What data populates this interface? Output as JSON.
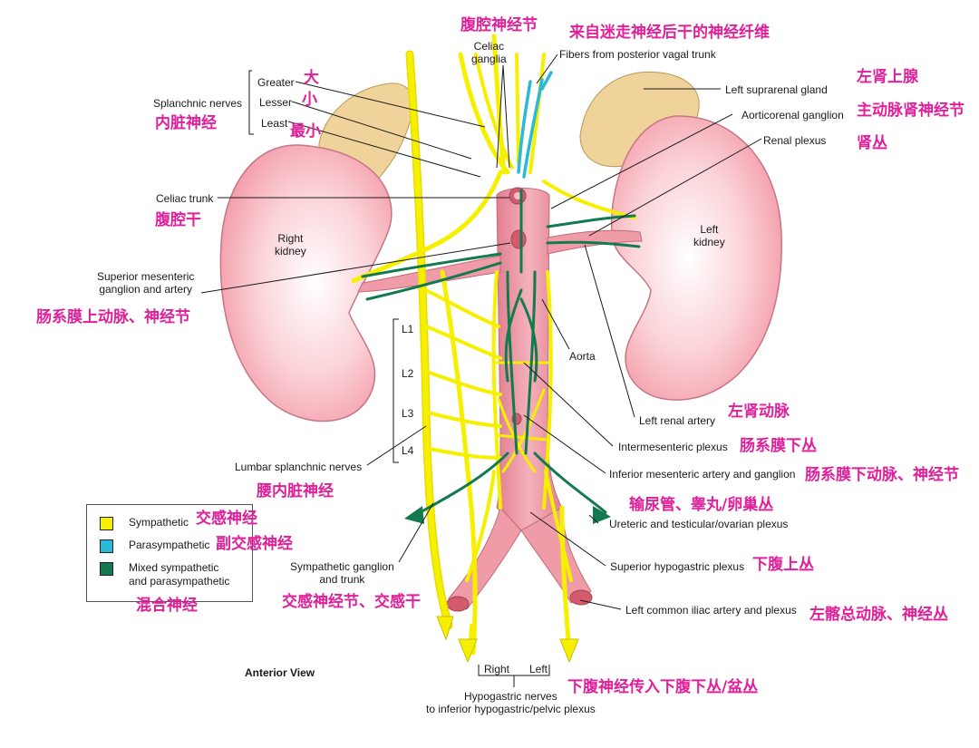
{
  "colors": {
    "sympathetic": "#f6f000",
    "parasympathetic": "#2ab9d8",
    "mixed": "#137a50",
    "kidney": "#f9c6cc",
    "artery": "#ef9ba8",
    "gland": "#f0d59a",
    "annotation": "#e0209a"
  },
  "labels": {
    "celiac_ganglia": "Celiac\nganglia",
    "vagal_fibers": "Fibers from posterior vagal trunk",
    "splanchnic": "Splanchnic nerves",
    "greater": "Greater",
    "lesser": "Lesser",
    "least": "Least",
    "left_suprarenal": "Left suprarenal gland",
    "aorticorenal": "Aorticorenal ganglion",
    "renal_plexus": "Renal plexus",
    "celiac_trunk": "Celiac trunk",
    "right_kidney": "Right\nkidney",
    "left_kidney": "Left\nkidney",
    "sup_mesenteric": "Superior mesenteric\nganglion and artery",
    "l1": "L1",
    "l2": "L2",
    "l3": "L3",
    "l4": "L4",
    "aorta": "Aorta",
    "left_renal_artery": "Left renal artery",
    "intermesenteric": "Intermesenteric plexus",
    "inf_mesenteric": "Inferior mesenteric artery and ganglion",
    "lumbar_splanchnic": "Lumbar splanchnic nerves",
    "ureteric": "Ureteric and testicular/ovarian plexus",
    "sup_hypogastric": "Superior hypogastric plexus",
    "symp_ganglion": "Sympathetic ganglion\nand trunk",
    "left_common_iliac": "Left common iliac artery and plexus",
    "anterior_view": "Anterior View",
    "right": "Right",
    "left": "Left",
    "hypogastric": "Hypogastric nerves\nto inferior hypogastric/pelvic plexus"
  },
  "legend": [
    {
      "label": "Sympathetic",
      "color": "#f6f000",
      "cn": "交感神经"
    },
    {
      "label": "Parasympathetic",
      "color": "#2ab9d8",
      "cn": "副交感神经"
    },
    {
      "label": "Mixed sympathetic\nand parasympathetic",
      "color": "#137a50",
      "cn": "混合神经"
    }
  ],
  "cn": {
    "celiac_ganglia": "腹腔神经节",
    "vagal_fibers": "来自迷走神经后干的神经纤维",
    "greater": "大",
    "lesser": "小",
    "least": "最小",
    "splanchnic": "内脏神经",
    "left_suprarenal": "左肾上腺",
    "aorticorenal": "主动脉肾神经节",
    "renal_plexus": "肾丛",
    "celiac_trunk": "腹腔干",
    "sup_mesenteric": "肠系膜上动脉、神经节",
    "left_renal_artery": "左肾动脉",
    "intermesenteric": "肠系膜下丛",
    "inf_mesenteric": "肠系膜下动脉、神经节",
    "lumbar_splanchnic": "腰内脏神经",
    "ureteric": "输尿管、睾丸/卵巢丛",
    "sup_hypogastric": "下腹上丛",
    "symp_ganglion": "交感神经节、交感干",
    "left_common_iliac": "左髂总动脉、神经丛",
    "hypogastric": "下腹神经传入下腹下丛/盆丛"
  }
}
